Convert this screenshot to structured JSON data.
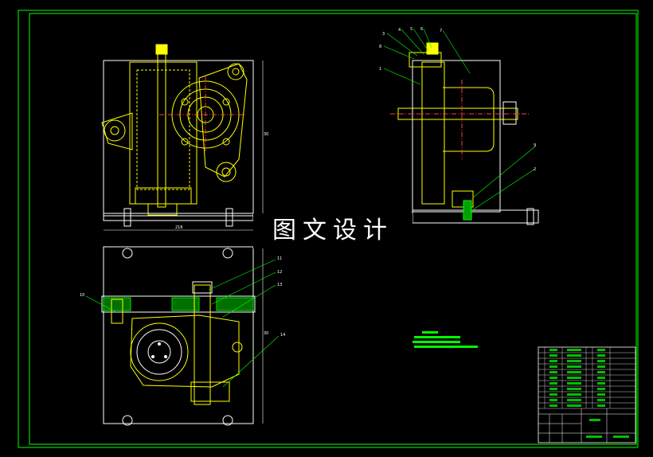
{
  "watermark": "图文设计",
  "callouts": [
    "1",
    "2",
    "3",
    "4",
    "5",
    "6",
    "7",
    "8",
    "9",
    "10",
    "11",
    "12",
    "13",
    "14"
  ],
  "dimensions": {
    "overall_width": "216",
    "height_front": "30",
    "height_plan": "30"
  },
  "colors": {
    "border": "#00ff00",
    "part": "#ffff00",
    "outline": "#ffffff",
    "hatch": "#00e000",
    "centerline": "#ff4040",
    "leader": "#00ff00"
  }
}
